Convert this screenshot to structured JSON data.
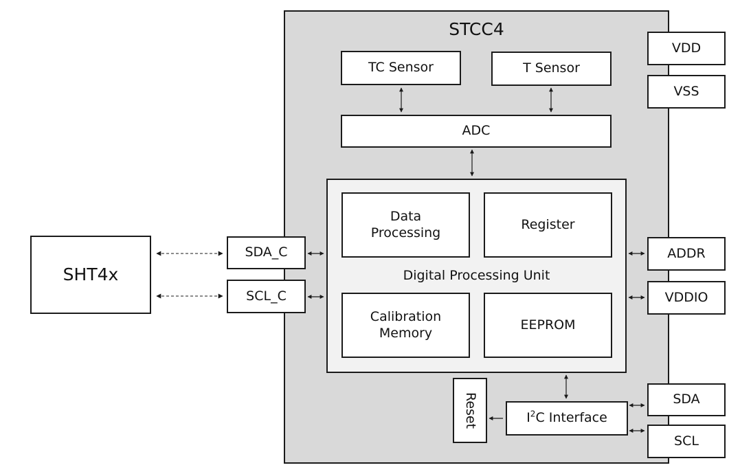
{
  "diagram": {
    "chip": {
      "title": "STCC4"
    },
    "external": {
      "sensor": "SHT4x"
    },
    "blocks": {
      "tc_sensor": "TC Sensor",
      "t_sensor": "T Sensor",
      "adc": "ADC",
      "dpu_title": "Digital Processing Unit",
      "data_processing": "Data Processing",
      "register": "Register",
      "calibration_memory": "Calibration Memory",
      "eeprom": "EEPROM",
      "reset": "Reset",
      "i2c_prefix": "I",
      "i2c_sup": "2",
      "i2c_suffix": "C Interface"
    },
    "pins": {
      "vdd": "VDD",
      "vss": "VSS",
      "addr": "ADDR",
      "vddio": "VDDIO",
      "sda": "SDA",
      "scl": "SCL",
      "sda_c": "SDA_C",
      "scl_c": "SCL_C"
    },
    "colors": {
      "chip_fill": "#d9d9d9",
      "dpu_fill": "#f2f2f2",
      "block_fill": "#ffffff",
      "line": "#1a1a1a"
    }
  }
}
